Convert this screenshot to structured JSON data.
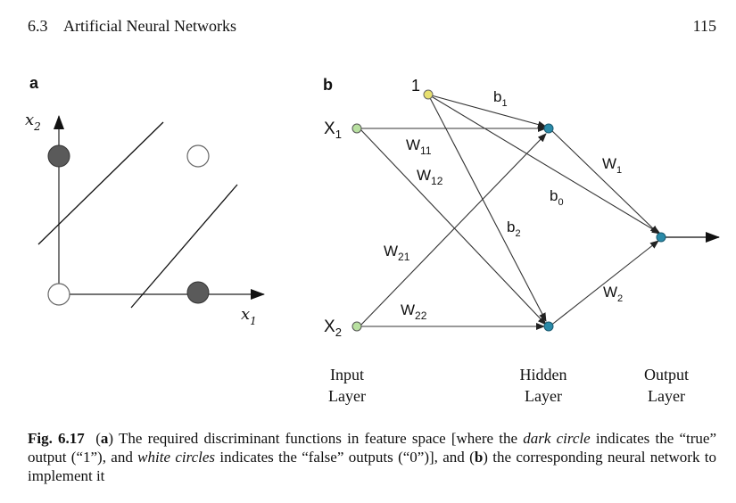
{
  "header": {
    "section_number": "6.3",
    "section_title": "Artificial Neural Networks",
    "page_number": "115"
  },
  "panel_a": {
    "label": "a",
    "x1_label": "x",
    "x1_sub": "1",
    "x2_label": "x",
    "x2_sub": "2"
  },
  "panel_b": {
    "label": "b",
    "bias_label": "1",
    "x1_label": "X",
    "x1_sub": "1",
    "x2_label": "X",
    "x2_sub": "2",
    "b1_label": "b",
    "b1_sub": "1",
    "b2_label": "b",
    "b2_sub": "2",
    "b0_label": "b",
    "b0_sub": "0",
    "w11_label": "W",
    "w11_sub": "11",
    "w12_label": "W",
    "w12_sub": "12",
    "w21_label": "W",
    "w21_sub": "21",
    "w22_label": "W",
    "w22_sub": "22",
    "w1_label": "W",
    "w1_sub": "1",
    "w2_label": "W",
    "w2_sub": "2",
    "input_layer_line1": "Input",
    "input_layer_line2": "Layer",
    "hidden_layer_line1": "Hidden",
    "hidden_layer_line2": "Layer",
    "output_layer_line1": "Output",
    "output_layer_line2": "Layer"
  },
  "caption": {
    "fig_label": "Fig. 6.17",
    "seg_open_a": "(",
    "seg_a": "a",
    "seg_1": ") The required discriminant functions in feature space [where the ",
    "seg_dark_circle": "dark circle",
    "seg_2": " indicates the “true” output (“1”), and ",
    "seg_white_circles": "white circles",
    "seg_3": " indicates the “false” outputs (“0”)], and (",
    "seg_b": "b",
    "seg_4": ") the corresponding neural network to implement it"
  },
  "colors": {
    "ink": "#111111",
    "dark_point": "#555555",
    "node_fill": "#2a8aa8",
    "bias_fill": "#e8e070",
    "input_node_fill": "#b8e0a0"
  }
}
